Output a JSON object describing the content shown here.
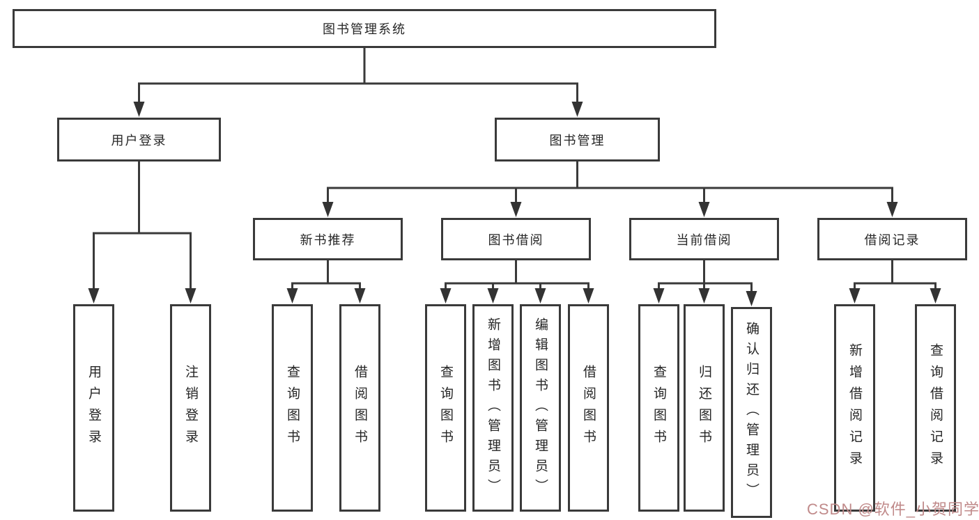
{
  "diagram": {
    "root": "图书管理系统",
    "level2": {
      "user_login": "用户登录",
      "book_management": "图书管理"
    },
    "level3": {
      "new_book": "新书推荐",
      "book_borrow": "图书借阅",
      "current_borrow": "当前借阅",
      "borrow_record": "借阅记录"
    },
    "leaves": {
      "user_login": [
        "用户登录",
        "注销登录"
      ],
      "new_book": [
        "查询图书",
        "借阅图书"
      ],
      "book_borrow": [
        "查询图书",
        "新增图书（管理员）",
        "编辑图书（管理员）",
        "借阅图书"
      ],
      "current_borrow": [
        "查询图书",
        "归还图书",
        "确认归还（管理员）"
      ],
      "borrow_record": [
        "新增借阅记录",
        "查询借阅记录"
      ]
    }
  },
  "watermark": {
    "text": "CSDN @软件_小贺同学",
    "color": "#c08a8a"
  },
  "colors": {
    "line": "#3a3a3a",
    "border": "#3a3a3a",
    "text": "#262626",
    "background": "#ffffff"
  }
}
